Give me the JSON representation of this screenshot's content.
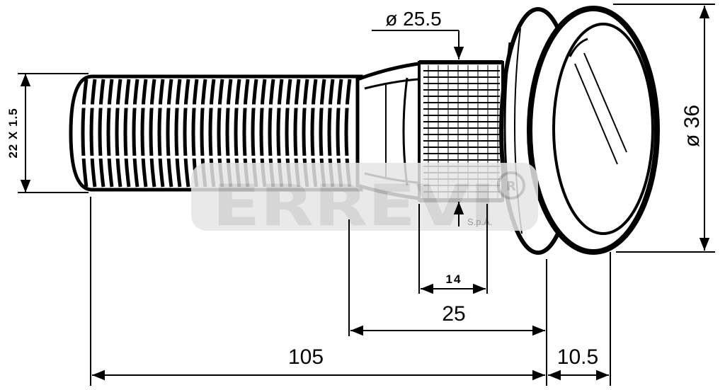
{
  "dimensions": {
    "head_diameter": "ø 36",
    "knurl_diameter": "ø 25.5",
    "thread_spec": "22 X 1.5",
    "knurl_length": "14",
    "shoulder_length": "25",
    "shank_length": "105",
    "head_thickness": "10.5"
  },
  "watermark": {
    "brand": "ERREVI",
    "suffix": "S.p.A."
  },
  "colors": {
    "line": "#000000",
    "background": "#ffffff",
    "watermark": "#d9d9d9"
  }
}
